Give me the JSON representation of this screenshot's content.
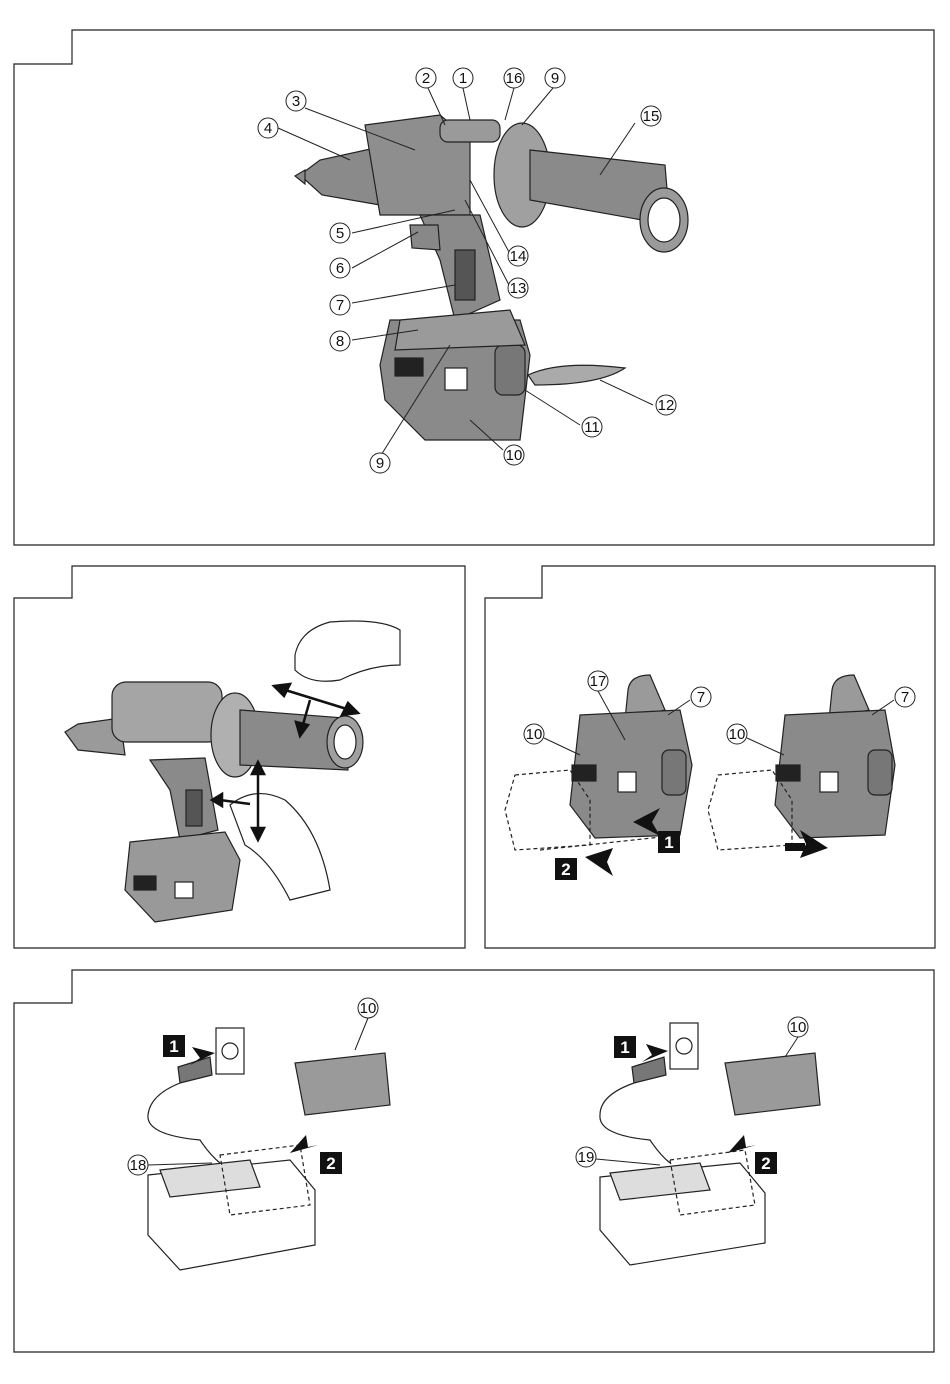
{
  "fig1": {
    "callouts": {
      "c1": "1",
      "c2": "2",
      "c3": "3",
      "c4": "4",
      "c5": "5",
      "c6": "6",
      "c7": "7",
      "c8": "8",
      "c9a": "9",
      "c9b": "9",
      "c10": "10",
      "c11": "11",
      "c12": "12",
      "c13": "13",
      "c14": "14",
      "c15": "15",
      "c16": "16"
    }
  },
  "fig3": {
    "left": {
      "c17": "17",
      "c7": "7",
      "c10": "10",
      "step1": "1",
      "step2": "2"
    },
    "right": {
      "c7": "7",
      "c10": "10"
    }
  },
  "fig4": {
    "left": {
      "c10": "10",
      "c18": "18",
      "step1": "1",
      "step2": "2"
    },
    "right": {
      "c10": "10",
      "c19": "19",
      "step1": "1",
      "step2": "2"
    }
  },
  "colors": {
    "tool_gray": "#8a8a8a",
    "line": "#222222",
    "step_box": "#111111"
  }
}
